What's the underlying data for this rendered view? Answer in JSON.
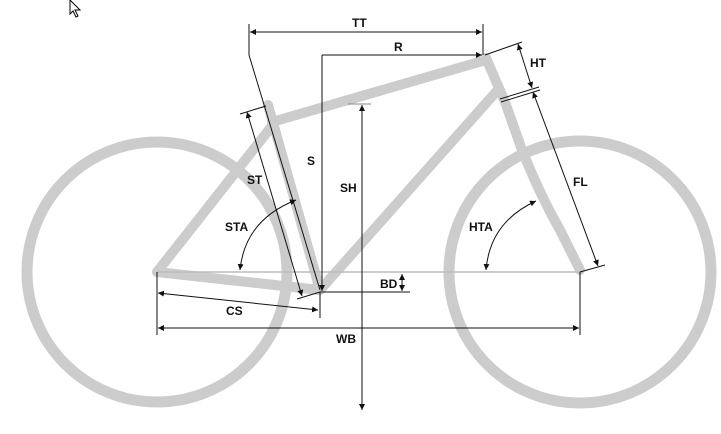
{
  "diagram": {
    "title": "Bike geometry",
    "labels": {
      "tt": "TT",
      "r": "R",
      "ht": "HT",
      "s": "S",
      "st": "ST",
      "sh": "SH",
      "fl": "FL",
      "sta": "STA",
      "hta": "HTA",
      "bd": "BD",
      "cs": "CS",
      "wb": "WB"
    },
    "colors": {
      "frame": "#cccccc",
      "dimension": "#111111"
    },
    "cursor": "arrow-pointer-icon"
  }
}
